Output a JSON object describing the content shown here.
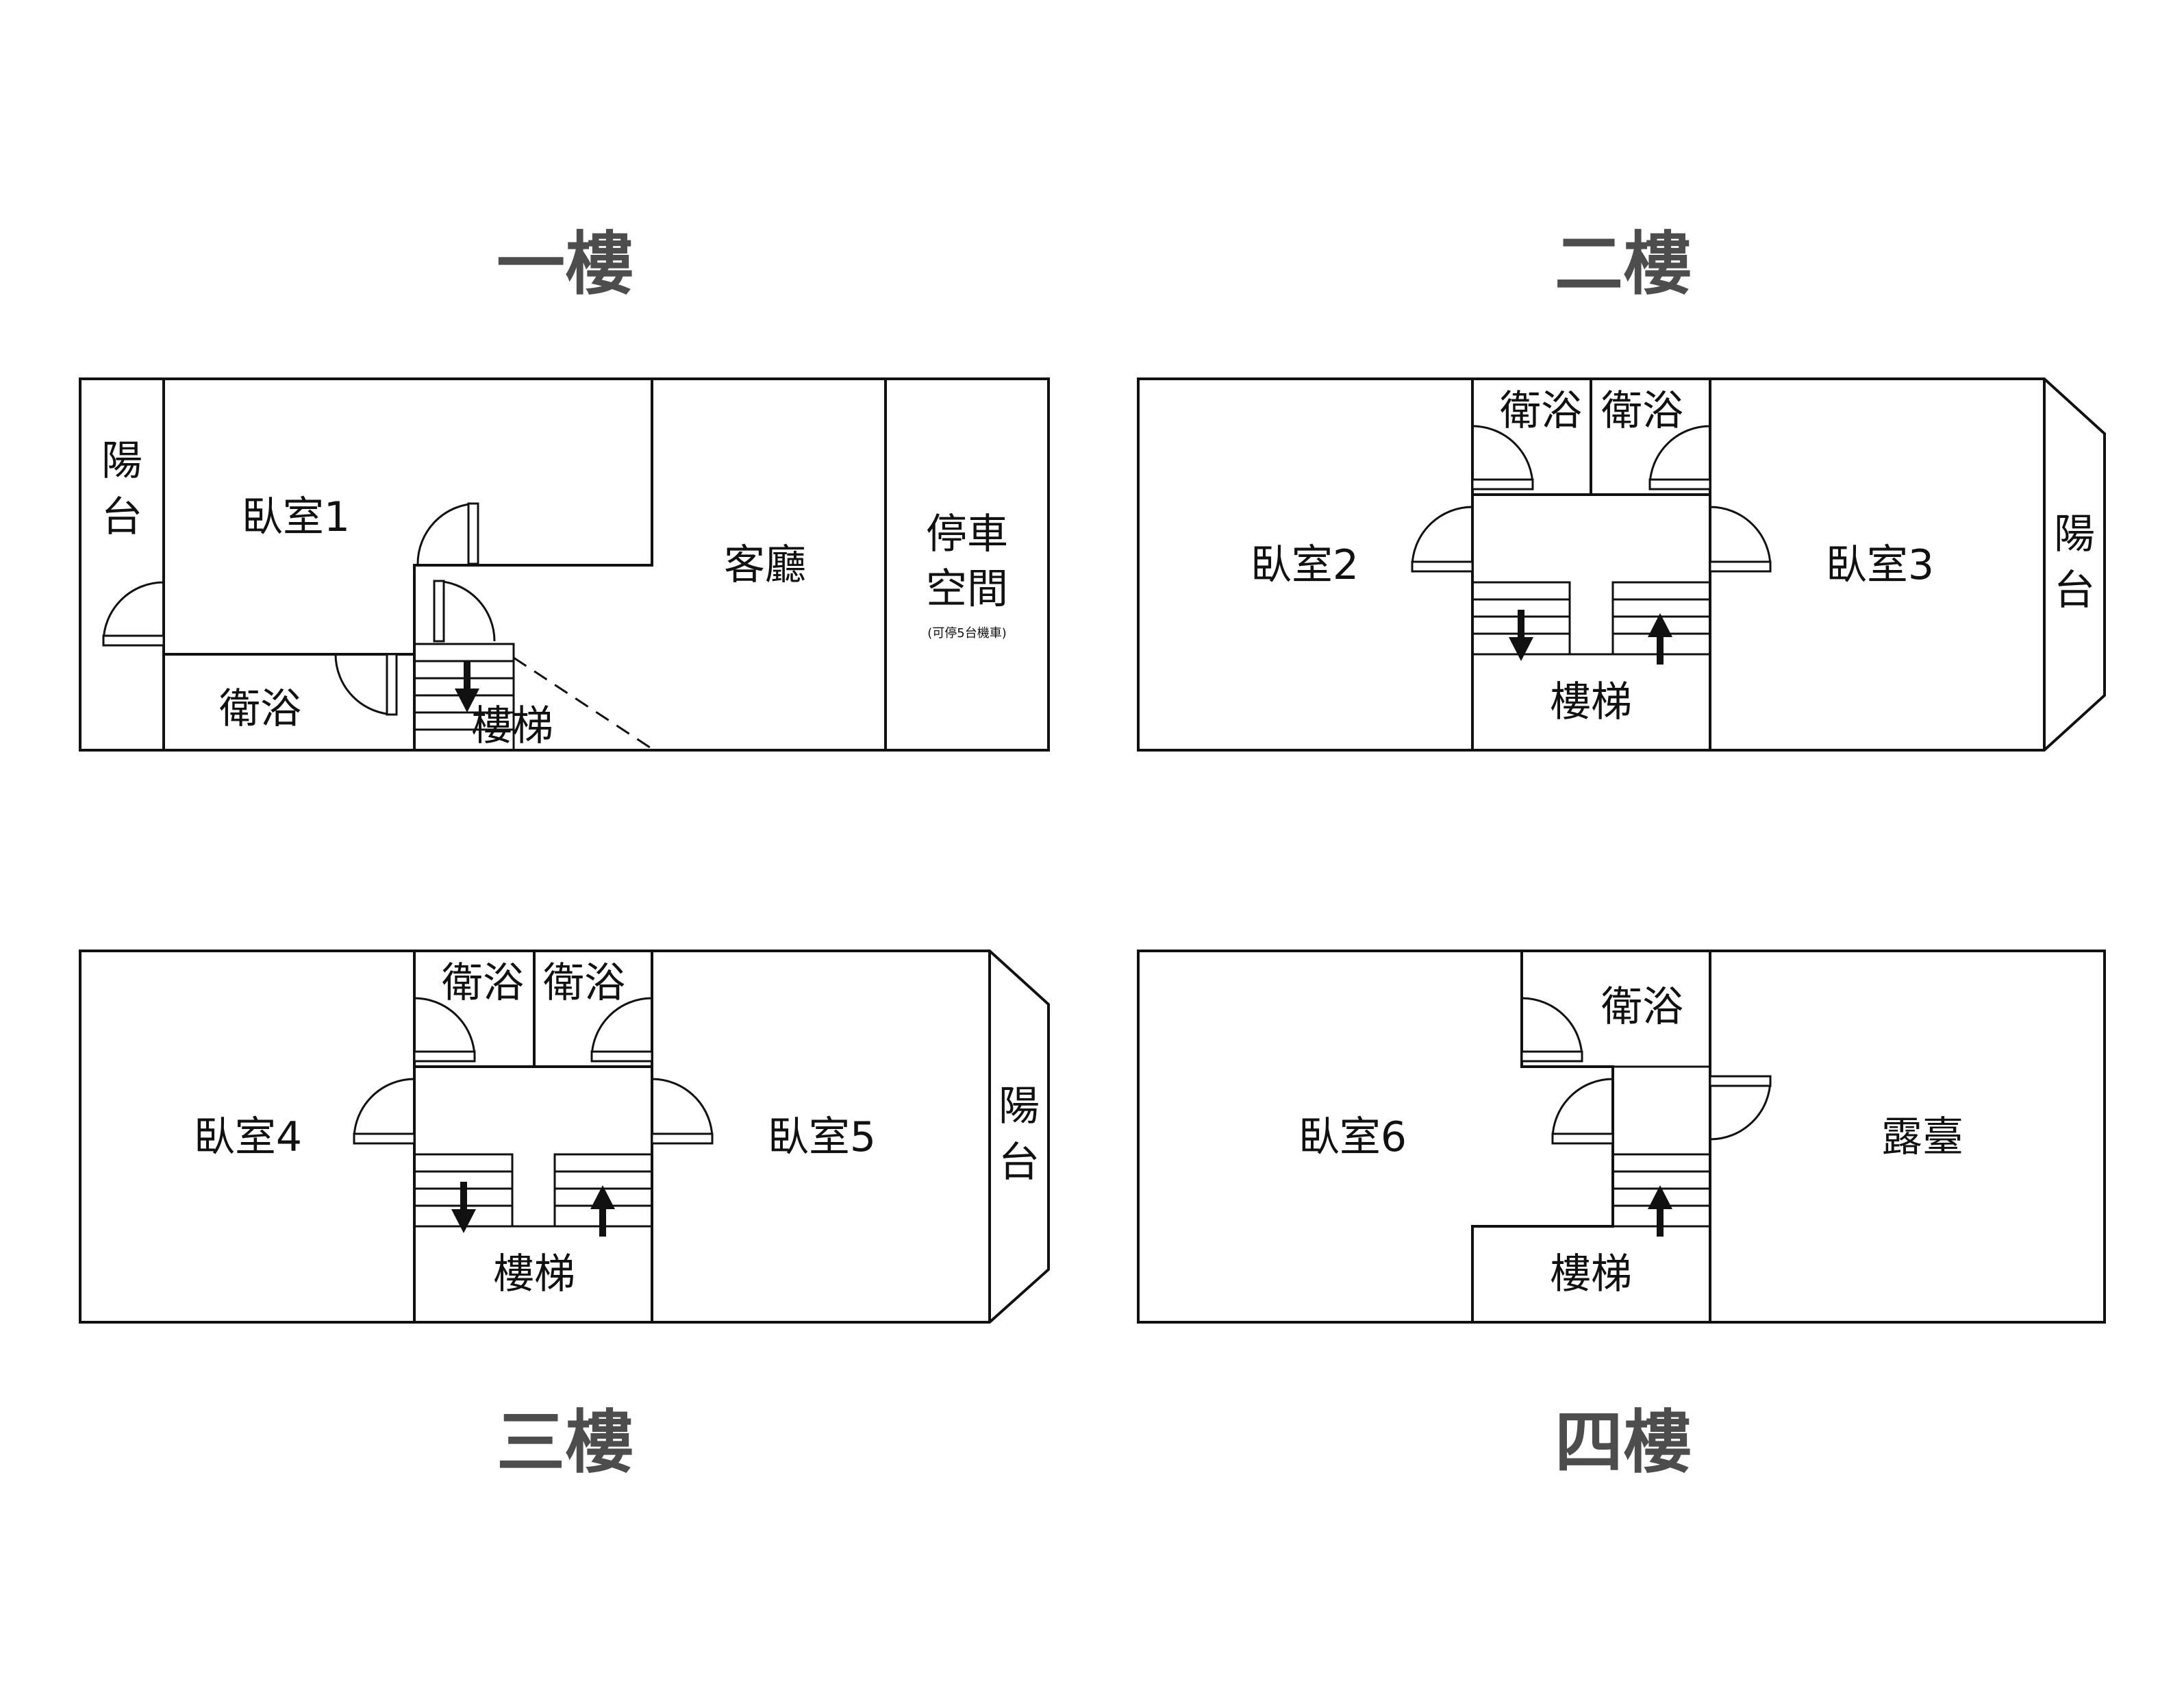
{
  "floors": {
    "f1": {
      "title": "一樓",
      "rooms": {
        "balcony": "陽台",
        "bedroom": "臥室1",
        "living": "客廳",
        "parking_line1": "停車",
        "parking_line2": "空間",
        "parking_note": "(可停5台機車)",
        "bathroom": "衛浴",
        "stairs": "樓梯"
      }
    },
    "f2": {
      "title": "二樓",
      "rooms": {
        "bathroom_left": "衛浴",
        "bathroom_right": "衛浴",
        "bedroom_left": "臥室2",
        "bedroom_right": "臥室3",
        "balcony": "陽台",
        "stairs": "樓梯"
      }
    },
    "f3": {
      "title": "三樓",
      "rooms": {
        "bathroom_left": "衛浴",
        "bathroom_right": "衛浴",
        "bedroom_left": "臥室4",
        "bedroom_right": "臥室5",
        "balcony": "陽台",
        "stairs": "樓梯"
      }
    },
    "f4": {
      "title": "四樓",
      "rooms": {
        "bathroom": "衛浴",
        "bedroom": "臥室6",
        "terrace": "露臺",
        "stairs": "樓梯"
      }
    }
  }
}
